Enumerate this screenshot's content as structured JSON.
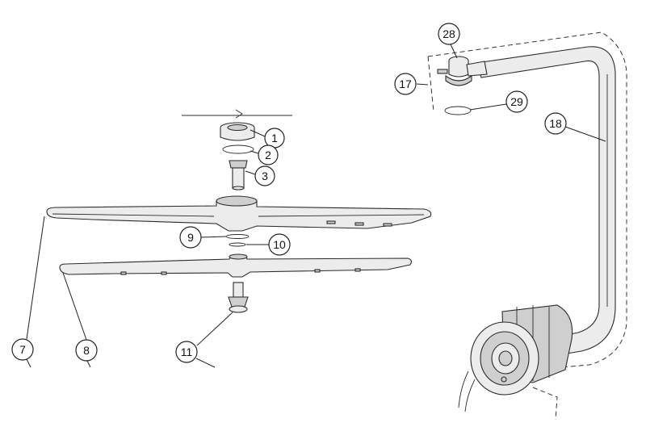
{
  "callouts": [
    {
      "id": "c1",
      "label": "1"
    },
    {
      "id": "c2",
      "label": "2"
    },
    {
      "id": "c3",
      "label": "3"
    },
    {
      "id": "c7",
      "label": "7"
    },
    {
      "id": "c8",
      "label": "8"
    },
    {
      "id": "c9",
      "label": "9"
    },
    {
      "id": "c10",
      "label": "10"
    },
    {
      "id": "c11",
      "label": "11"
    },
    {
      "id": "c17",
      "label": "17"
    },
    {
      "id": "c18",
      "label": "18"
    },
    {
      "id": "c28",
      "label": "28"
    },
    {
      "id": "c29",
      "label": "29"
    }
  ]
}
